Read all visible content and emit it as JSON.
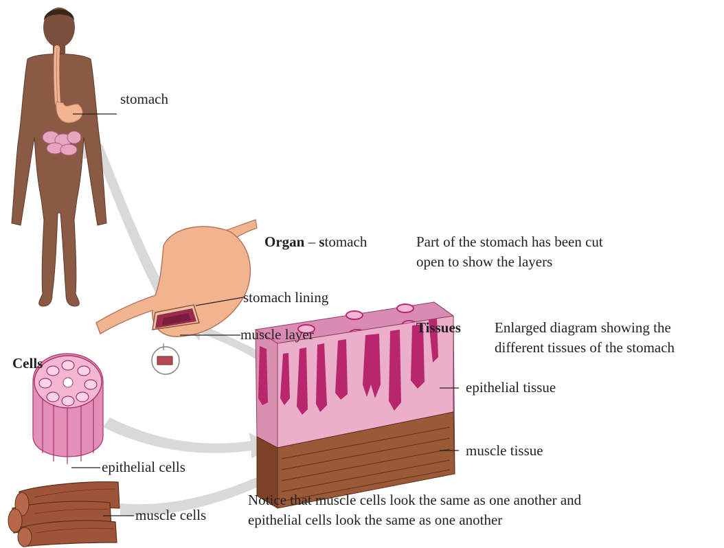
{
  "labels": {
    "stomach": "stomach",
    "organ_bold": "Organ",
    "organ_dash": " – ",
    "organ_rest_bold": "s",
    "organ_rest": "tomach",
    "organ_desc_line1": "Part of the stomach has been cut",
    "organ_desc_line2": "open to show the layers",
    "stomach_lining": "stomach lining",
    "muscle_layer": "muscle layer",
    "tissues_heading": "Tissues",
    "tissues_desc_line1": "Enlarged diagram showing the",
    "tissues_desc_line2": "different tissues of the stomach",
    "cells_heading": "Cells",
    "epithelial_tissue": "epithelial tissue",
    "muscle_tissue": "muscle tissue",
    "epithelial_cells": "epithelial cells",
    "muscle_cells": "muscle cells",
    "notice_line1": "Notice that muscle cells look the same as one another and",
    "notice_line2": "epithelial cells look the same as one another"
  },
  "colors": {
    "skin": "#8a5a45",
    "stomach": "#f2b48f",
    "epithelium": "#e79fc3",
    "epithelium_dark": "#b8266e",
    "muscle": "#8b4a2c",
    "arrow": "#d9d9d9",
    "text": "#231f20"
  },
  "icons": [
    "human-body-illustration",
    "stomach-organ-illustration",
    "tissue-block-illustration",
    "epithelial-cells-illustration",
    "muscle-cells-illustration"
  ]
}
